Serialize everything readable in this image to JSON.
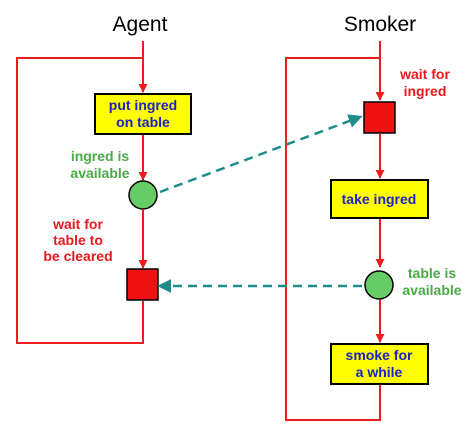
{
  "agent": {
    "title": "Agent",
    "box_put": [
      "put ingred",
      "on table"
    ],
    "label_available": [
      "ingred is",
      "available"
    ],
    "label_wait": [
      "wait for",
      "table to",
      "be cleared"
    ]
  },
  "smoker": {
    "title": "Smoker",
    "label_wait": [
      "wait for",
      "ingred"
    ],
    "box_take": [
      "take ingred"
    ],
    "label_available": [
      "table is",
      "available"
    ],
    "box_smoke": [
      "smoke for",
      "a while"
    ]
  },
  "colors": {
    "flow": "#ee1c1c",
    "box_fill": "#ffff00",
    "box_text": "#1a22c8",
    "wait_square": "#ee1111",
    "available_circle": "#66cc66",
    "signal_dashed": "#1f8c8c",
    "red_label": "#e8191c",
    "green_label": "#4aaa44"
  }
}
